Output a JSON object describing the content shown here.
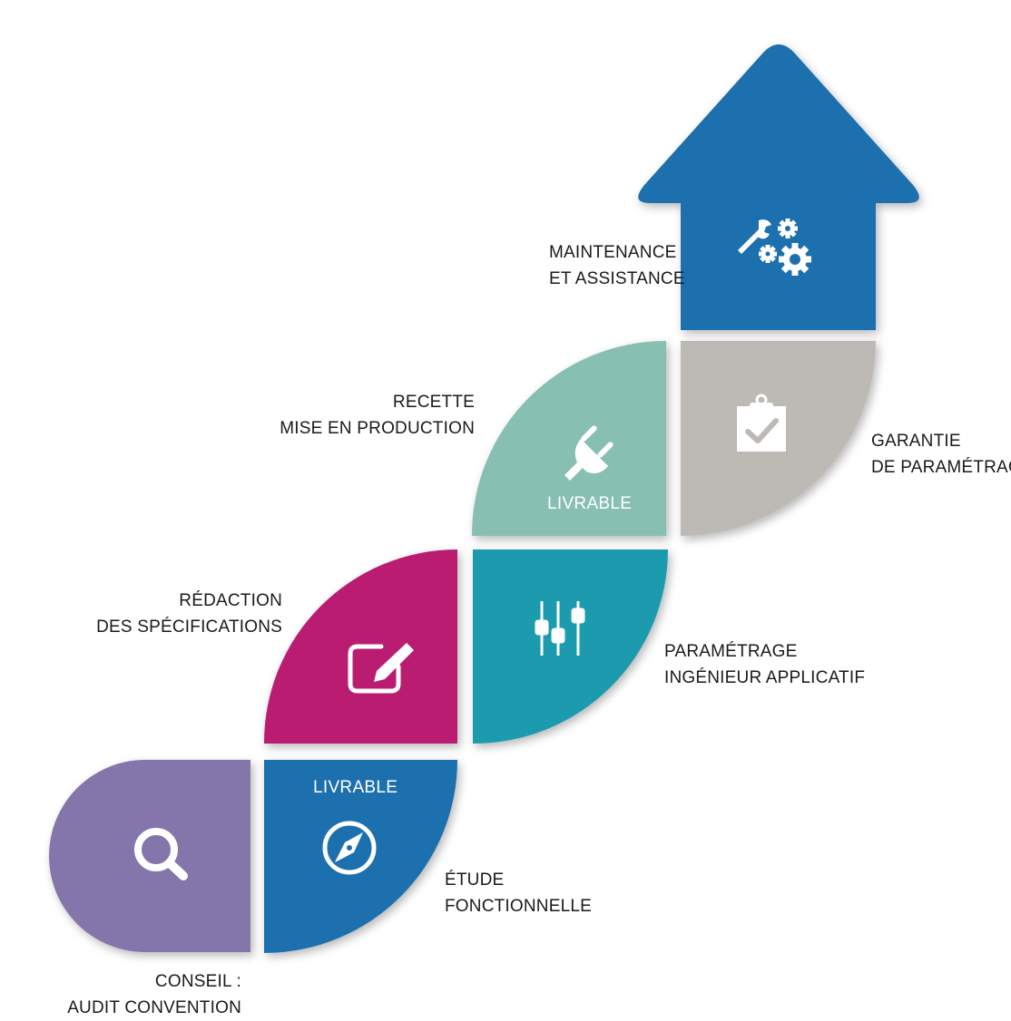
{
  "steps": {
    "conseil": {
      "line1": "CONSEIL :",
      "line2": "AUDIT CONVENTION",
      "color": "#8474ab",
      "icon": "magnifier-icon"
    },
    "etude": {
      "line1": "ÉTUDE",
      "line2": "FONCTIONNELLE",
      "badge": "LIVRABLE",
      "color": "#1b6fae",
      "icon": "compass-icon"
    },
    "redaction": {
      "line1": "RÉDACTION",
      "line2": "DES SPÉCIFICATIONS",
      "color": "#b91f6f",
      "icon": "edit-icon"
    },
    "parametrage": {
      "line1": "PARAMÉTRAGE",
      "line2": "INGÉNIEUR APPLICATIF",
      "color": "#1a9aae",
      "icon": "sliders-icon"
    },
    "recette": {
      "line1": "RECETTE",
      "line2": "MISE EN PRODUCTION",
      "badge": "LIVRABLE",
      "color": "#87bfb3",
      "icon": "plug-icon"
    },
    "garantie": {
      "line1": "GARANTIE",
      "line2": "DE PARAMÉTRAGE",
      "color": "#bdb9b4",
      "icon": "clipboard-check-icon"
    },
    "maintenance": {
      "line1": "MAINTENANCE",
      "line2": "ET ASSISTANCE",
      "color": "#1b6fae",
      "icon": "tools-gears-icon"
    }
  }
}
